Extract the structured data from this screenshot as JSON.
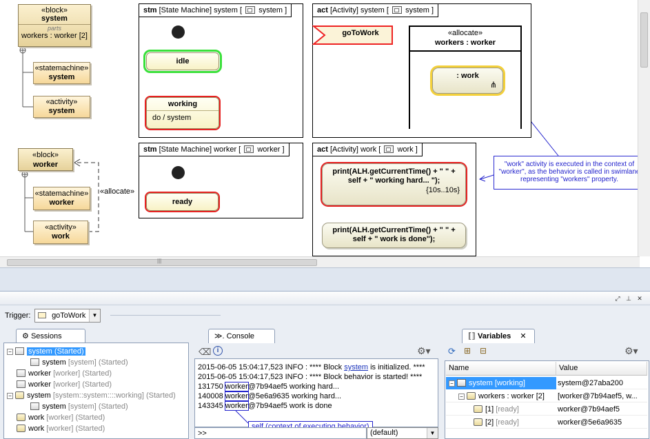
{
  "diagram": {
    "system_block": {
      "stereotype": "«block»",
      "name": "system",
      "compartment": "parts",
      "part": "workers : worker [2]"
    },
    "system_statemachine": {
      "stereotype": "«statemachine»",
      "name": "system"
    },
    "system_activity": {
      "stereotype": "«activity»",
      "name": "system"
    },
    "worker_block": {
      "stereotype": "«block»",
      "name": "worker"
    },
    "worker_statemachine": {
      "stereotype": "«statemachine»",
      "name": "worker"
    },
    "worker_activity": {
      "stereotype": "«activity»",
      "name": "work"
    },
    "allocate_label": "«allocate»",
    "stm_system": {
      "kind": "stm",
      "title_pre": "[State Machine] system [",
      "title_ref": "system",
      "title_post": "]"
    },
    "state_idle": "idle",
    "state_working": "working",
    "state_working_behavior": "do / system",
    "act_system": {
      "kind": "act",
      "title_pre": "[Activity] system [",
      "title_ref": "system",
      "title_post": "]"
    },
    "go_to_work": "goToWork",
    "swimlane_stereotype": "«allocate»",
    "swimlane_name": "workers : worker",
    "work_action": ": work",
    "stm_worker": {
      "kind": "stm",
      "title_pre": "[State Machine] worker [",
      "title_ref": "worker",
      "title_post": "]"
    },
    "state_ready": "ready",
    "act_work": {
      "kind": "act",
      "title_pre": "[Activity] work [",
      "title_ref": "work",
      "title_post": "]"
    },
    "action1_line1": "print(ALH.getCurrentTime() + \" \" +",
    "action1_line2": "self + \" working hard... \");",
    "action1_constraint": "{10s..10s}",
    "action2_line1": "print(ALH.getCurrentTime() + \" \" +",
    "action2_line2": "self + \" work is done\");",
    "note_text": "\"work\" activity is executed in the context of \"worker\", as the behavior is called in swimlane representing \"workers\" property."
  },
  "simulation": {
    "trigger_label": "Trigger:",
    "trigger_value": "goToWork",
    "sessions_tab": "Sessions",
    "console_tab": "Console",
    "variables_tab": "Variables",
    "sessions": [
      {
        "name": "system",
        "detail": "(Started)",
        "selected": true
      },
      {
        "name": "system",
        "detail": "[system] (Started)"
      },
      {
        "name": "worker",
        "detail": "[worker] (Started)"
      },
      {
        "name": "worker",
        "detail": "[worker] (Started)"
      },
      {
        "name": "system",
        "detail": "[system::system::::working] (Started)"
      },
      {
        "name": "system",
        "detail": "[system] (Started)"
      },
      {
        "name": "work",
        "detail": "[worker] (Started)"
      },
      {
        "name": "work",
        "detail": "[worker] (Started)"
      }
    ],
    "console": {
      "line1_pre": "2015-06-05 15:04:17,523 INFO : **** Block ",
      "line1_link": "system",
      "line1_post": " is initialized. ****",
      "line2": "2015-06-05 15:04:17,523 INFO : **** Block behavior is started! ****",
      "line3_num": "131750",
      "line3_obj": "worker",
      "line3_post": "@7b94aef5 working hard...",
      "line4_num": "140008",
      "line4_obj": "worker",
      "line4_post": "@5e6a9635 working hard...",
      "line5_num": "143345",
      "line5_obj": "worker",
      "line5_post": "@7b94aef5 work is done",
      "callout": "self (context of executing behavior)",
      "prompt": ">>",
      "mode": "(default)"
    },
    "variables": {
      "col_name": "Name",
      "col_value": "Value",
      "rows": [
        {
          "name": "system [working]",
          "value": "system@27aba200"
        },
        {
          "name": "workers : worker [2]",
          "value": "[worker@7b94aef5, w..."
        },
        {
          "name_idx": "[1]",
          "name_state": "[ready]",
          "value": "worker@7b94aef5"
        },
        {
          "name_idx": "[2]",
          "name_state": "[ready]",
          "value": "worker@5e6a9635"
        }
      ]
    }
  }
}
